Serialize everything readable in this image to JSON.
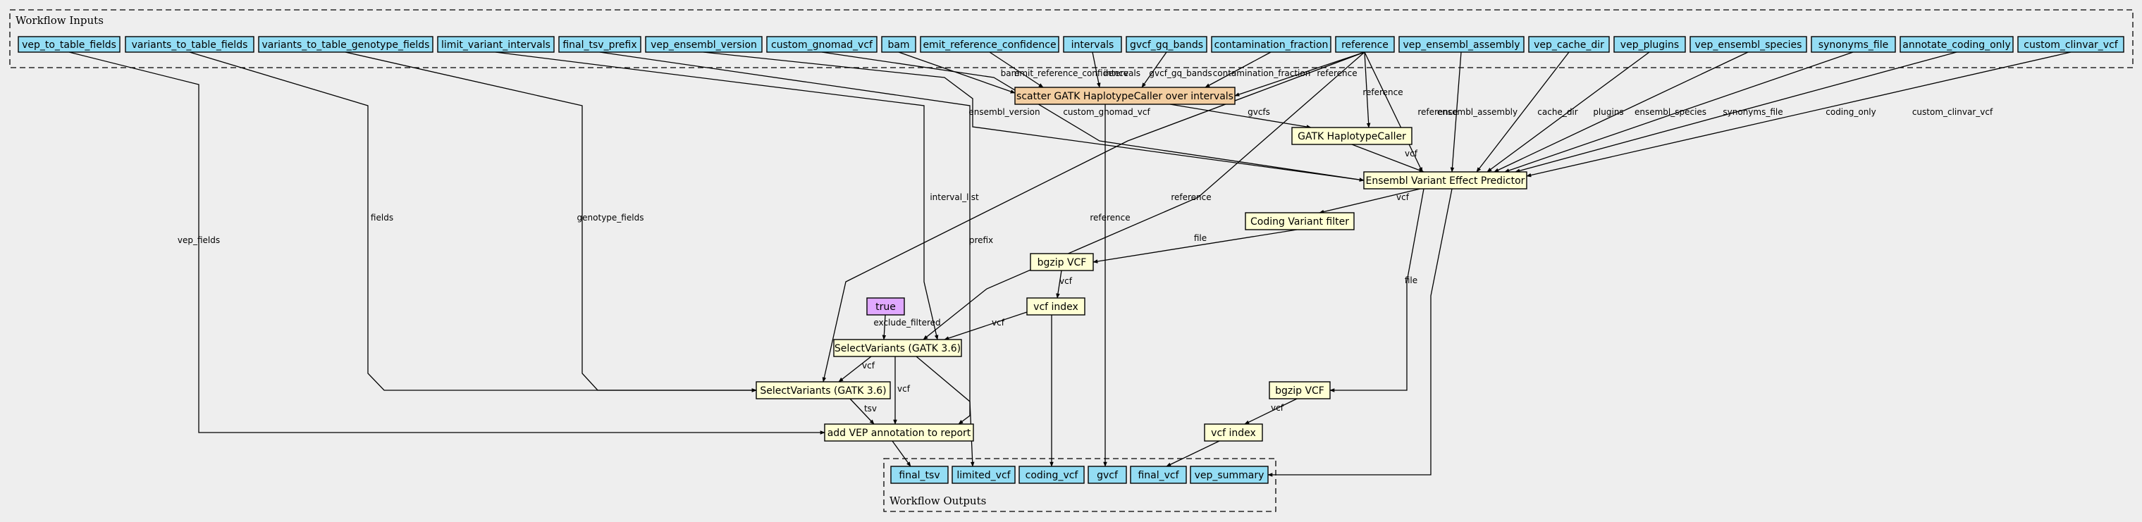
{
  "clusters": {
    "inputs_label": "Workflow Inputs",
    "outputs_label": "Workflow Outputs"
  },
  "inputs": [
    {
      "id": "vep_to_table_fields",
      "label": "vep_to_table_fields"
    },
    {
      "id": "variants_to_table_fields",
      "label": "variants_to_table_fields"
    },
    {
      "id": "variants_to_table_genotype_fields",
      "label": "variants_to_table_genotype_fields"
    },
    {
      "id": "limit_variant_intervals",
      "label": "limit_variant_intervals"
    },
    {
      "id": "final_tsv_prefix",
      "label": "final_tsv_prefix"
    },
    {
      "id": "vep_ensembl_version",
      "label": "vep_ensembl_version"
    },
    {
      "id": "custom_gnomad_vcf",
      "label": "custom_gnomad_vcf"
    },
    {
      "id": "bam",
      "label": "bam"
    },
    {
      "id": "emit_reference_confidence",
      "label": "emit_reference_confidence"
    },
    {
      "id": "intervals",
      "label": "intervals"
    },
    {
      "id": "gvcf_gq_bands",
      "label": "gvcf_gq_bands"
    },
    {
      "id": "contamination_fraction",
      "label": "contamination_fraction"
    },
    {
      "id": "reference",
      "label": "reference"
    },
    {
      "id": "vep_ensembl_assembly",
      "label": "vep_ensembl_assembly"
    },
    {
      "id": "vep_cache_dir",
      "label": "vep_cache_dir"
    },
    {
      "id": "vep_plugins",
      "label": "vep_plugins"
    },
    {
      "id": "vep_ensembl_species",
      "label": "vep_ensembl_species"
    },
    {
      "id": "synonyms_file",
      "label": "synonyms_file"
    },
    {
      "id": "annotate_coding_only",
      "label": "annotate_coding_only"
    },
    {
      "id": "custom_clinvar_vcf",
      "label": "custom_clinvar_vcf"
    }
  ],
  "steps": [
    {
      "id": "scatter",
      "label": "scatter GATK HaplotypeCaller over intervals"
    },
    {
      "id": "haplotypecaller",
      "label": "GATK HaplotypeCaller"
    },
    {
      "id": "vep",
      "label": "Ensembl Variant Effect Predictor"
    },
    {
      "id": "coding_filter",
      "label": "Coding Variant filter"
    },
    {
      "id": "bgzip1",
      "label": "bgzip VCF"
    },
    {
      "id": "index1",
      "label": "vcf index"
    },
    {
      "id": "true_const",
      "label": "true"
    },
    {
      "id": "select1",
      "label": "SelectVariants (GATK 3.6)"
    },
    {
      "id": "select2",
      "label": "SelectVariants (GATK 3.6)"
    },
    {
      "id": "add_vep",
      "label": "add VEP annotation to report"
    },
    {
      "id": "bgzip2",
      "label": "bgzip VCF"
    },
    {
      "id": "index2",
      "label": "vcf index"
    }
  ],
  "outputs": [
    {
      "id": "final_tsv",
      "label": "final_tsv"
    },
    {
      "id": "limited_vcf",
      "label": "limited_vcf"
    },
    {
      "id": "coding_vcf",
      "label": "coding_vcf"
    },
    {
      "id": "gvcf",
      "label": "gvcf"
    },
    {
      "id": "final_vcf",
      "label": "final_vcf"
    },
    {
      "id": "vep_summary",
      "label": "vep_summary"
    }
  ],
  "edges": [
    {
      "from": "vep_to_table_fields",
      "to": "add_vep",
      "label": "vep_fields"
    },
    {
      "from": "variants_to_table_fields",
      "to": "select2",
      "label": "fields"
    },
    {
      "from": "variants_to_table_genotype_fields",
      "to": "select2",
      "label": "genotype_fields"
    },
    {
      "from": "limit_variant_intervals",
      "to": "select1",
      "label": "interval_list"
    },
    {
      "from": "final_tsv_prefix",
      "to": "add_vep",
      "label": "prefix"
    },
    {
      "from": "vep_ensembl_version",
      "to": "vep",
      "label": "ensembl_version"
    },
    {
      "from": "custom_gnomad_vcf",
      "to": "vep",
      "label": "custom_gnomad_vcf"
    },
    {
      "from": "bam",
      "to": "scatter",
      "label": "bam"
    },
    {
      "from": "emit_reference_confidence",
      "to": "scatter",
      "label": "emit_reference_confidence"
    },
    {
      "from": "intervals",
      "to": "scatter",
      "label": "intervals"
    },
    {
      "from": "gvcf_gq_bands",
      "to": "scatter",
      "label": "gvcf_gq_bands"
    },
    {
      "from": "contamination_fraction",
      "to": "scatter",
      "label": "contamination_fraction"
    },
    {
      "from": "reference",
      "to": "scatter",
      "label": "reference"
    },
    {
      "from": "reference",
      "to": "haplotypecaller",
      "label": "reference"
    },
    {
      "from": "reference",
      "to": "vep",
      "label": "reference"
    },
    {
      "from": "reference",
      "to": "select1",
      "label": "reference"
    },
    {
      "from": "reference",
      "to": "select2",
      "label": "reference"
    },
    {
      "from": "vep_ensembl_assembly",
      "to": "vep",
      "label": "ensembl_assembly"
    },
    {
      "from": "vep_cache_dir",
      "to": "vep",
      "label": "cache_dir"
    },
    {
      "from": "vep_plugins",
      "to": "vep",
      "label": "plugins"
    },
    {
      "from": "vep_ensembl_species",
      "to": "vep",
      "label": "ensembl_species"
    },
    {
      "from": "synonyms_file",
      "to": "vep",
      "label": "synonyms_file"
    },
    {
      "from": "annotate_coding_only",
      "to": "vep",
      "label": "coding_only"
    },
    {
      "from": "custom_clinvar_vcf",
      "to": "vep",
      "label": "custom_clinvar_vcf"
    },
    {
      "from": "scatter",
      "to": "haplotypecaller",
      "label": "gvcfs"
    },
    {
      "from": "scatter",
      "to": "gvcf",
      "label": ""
    },
    {
      "from": "haplotypecaller",
      "to": "vep",
      "label": "vcf"
    },
    {
      "from": "vep",
      "to": "coding_filter",
      "label": "vcf"
    },
    {
      "from": "vep",
      "to": "bgzip2",
      "label": "file"
    },
    {
      "from": "vep",
      "to": "vep_summary",
      "label": ""
    },
    {
      "from": "coding_filter",
      "to": "bgzip1",
      "label": "file"
    },
    {
      "from": "bgzip1",
      "to": "index1",
      "label": "vcf"
    },
    {
      "from": "index1",
      "to": "select1",
      "label": "vcf"
    },
    {
      "from": "index1",
      "to": "coding_vcf",
      "label": ""
    },
    {
      "from": "true_const",
      "to": "select1",
      "label": "exclude_filtered"
    },
    {
      "from": "select1",
      "to": "select2",
      "label": "vcf"
    },
    {
      "from": "select1",
      "to": "add_vep",
      "label": "vcf"
    },
    {
      "from": "select1",
      "to": "limited_vcf",
      "label": ""
    },
    {
      "from": "select2",
      "to": "add_vep",
      "label": "tsv"
    },
    {
      "from": "add_vep",
      "to": "final_tsv",
      "label": ""
    },
    {
      "from": "bgzip2",
      "to": "index2",
      "label": "vcf"
    },
    {
      "from": "index2",
      "to": "final_vcf",
      "label": ""
    }
  ],
  "colors": {
    "background": "#eeeeee",
    "io_fill": "#94ddf4",
    "step_fill": "#ffffd4",
    "scatter_fill": "#f3cea1",
    "constant_fill": "#e0a8ff",
    "stroke": "#000000"
  }
}
